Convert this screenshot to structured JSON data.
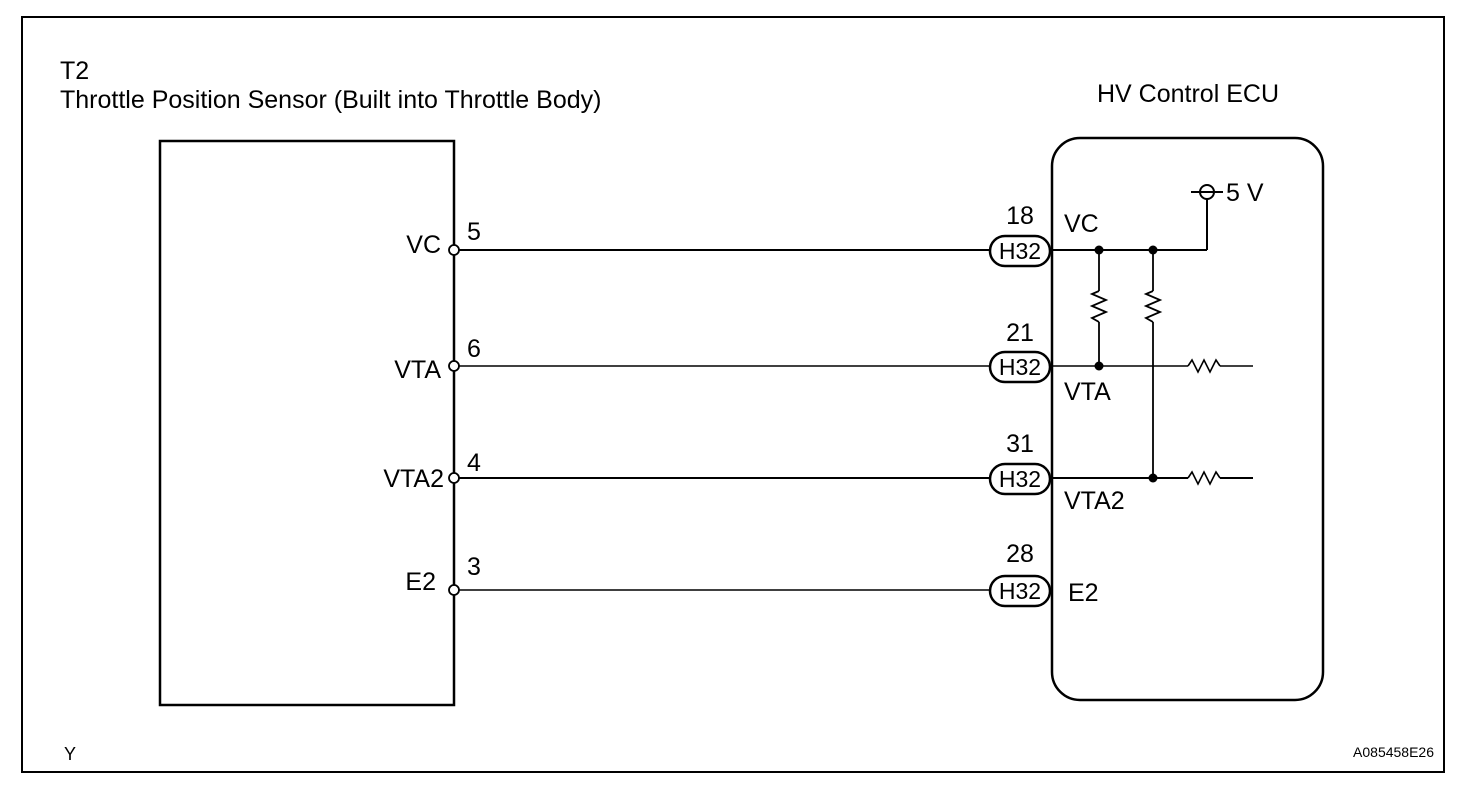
{
  "sensor": {
    "code": "T2",
    "name": "Throttle Position Sensor (Built into Throttle Body)",
    "pins": [
      {
        "label": "VC",
        "number": "5"
      },
      {
        "label": "VTA",
        "number": "6"
      },
      {
        "label": "VTA2",
        "number": "4"
      },
      {
        "label": "E2",
        "number": "3"
      }
    ]
  },
  "ecu": {
    "name": "HV Control ECU",
    "supply": "5 V",
    "terminals": [
      {
        "connector": "H32",
        "number": "18",
        "label": "VC"
      },
      {
        "connector": "H32",
        "number": "21",
        "label": "VTA"
      },
      {
        "connector": "H32",
        "number": "31",
        "label": "VTA2"
      },
      {
        "connector": "H32",
        "number": "28",
        "label": "E2"
      }
    ]
  },
  "footer": {
    "left_code": "Y",
    "right_code": "A085458E26"
  }
}
